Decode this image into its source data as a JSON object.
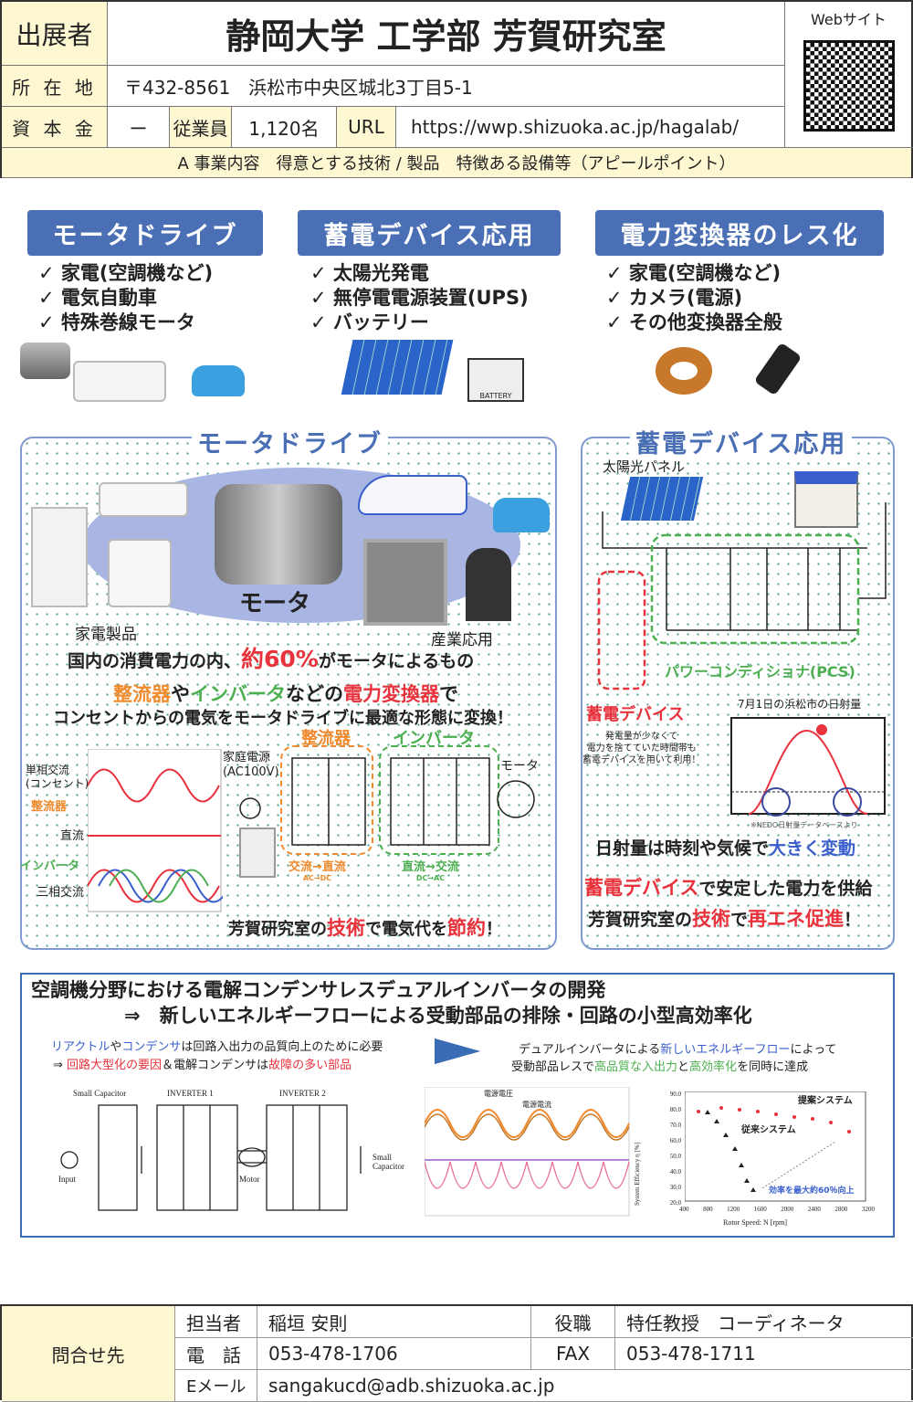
{
  "header": {
    "exhibitor_label": "出展者",
    "title": "静岡大学 工学部 芳賀研究室",
    "address_label": "所 在 地",
    "address": "〒432-8561　浜松市中央区城北3丁目5-1",
    "capital_label": "資 本 金",
    "capital": "ー",
    "employees_label": "従業員",
    "employees": "1,120名",
    "url_label": "URL",
    "url": "https://wwp.shizuoka.ac.jp/hagalab/",
    "website_label": "Webサイト"
  },
  "section_bar": "A 事業内容　得意とする技術 / 製品　特徴ある設備等（アピールポイント）",
  "categories": [
    {
      "title": "モータドライブ",
      "items": [
        "✓ 家電(空調機など)",
        "✓ 電気自動車",
        "✓ 特殊巻線モータ"
      ]
    },
    {
      "title": "蓄電デバイス応用",
      "items": [
        "✓ 太陽光発電",
        "✓ 無停電電源装置(UPS)",
        "✓ バッテリー"
      ]
    },
    {
      "title": "電力変換器のレス化",
      "items": [
        "✓ 家電(空調機など)",
        "✓ カメラ(電源)",
        "✓ その他変換器全般"
      ]
    }
  ],
  "motor_panel": {
    "title": "モータドライブ",
    "motor_label": "モータ",
    "appliances": "家電製品",
    "industrial": "産業応用",
    "line1_a": "国内の消費電力の内、",
    "line1_b": "約60%",
    "line1_c": "がモータによるもの",
    "line2_a": "整流器",
    "line2_b": "や",
    "line2_c": "インバータ",
    "line2_d": "などの",
    "line2_e": "電力変換器",
    "line2_f": "で",
    "line3": "コンセントからの電気をモータドライブに最適な形態に変換！",
    "rectifier": "整流器",
    "inverter": "インバータ",
    "home_power": "家庭電源\n(AC100V)",
    "motor_small": "モータ",
    "single_phase": "単相交流\n(コンセント)",
    "rect_side": "整流器",
    "dc": "直流",
    "inv_side": "インバータ",
    "three_phase": "三相交流",
    "acdc": "交流→直流",
    "acdc_sub": "AC→DC",
    "dcac": "直流→交流",
    "dcac_sub": "DC→AC",
    "foot_a": "芳賀研究室の",
    "foot_b": "技術",
    "foot_c": "で電気代を",
    "foot_d": "節約",
    "foot_e": "！",
    "battery_label": "BATTERY"
  },
  "storage_panel": {
    "title": "蓄電デバイス応用",
    "solar": "太陽光パネル",
    "pcs": "パワーコンディショナ(PCS)",
    "device": "蓄電デバイス",
    "chart_title": "7月1日の浜松市の日射量",
    "note": "発電量が少なくて\n電力を捨てていた時間帯も\n蓄電デバイスを用いて利用！",
    "source": "※NEDO日射量データベースより",
    "l1_a": "日射量は時刻や気候で",
    "l1_b": "大きく変動",
    "l2_a": "蓄電デバイス",
    "l2_b": "で安定した電力を供給",
    "l3_a": "芳賀研究室の",
    "l3_b": "技術",
    "l3_c": "で",
    "l3_d": "再エネ促進",
    "l3_e": "！"
  },
  "research": {
    "title1": "空調機分野における電解コンデンサレスデュアルインバータの開発",
    "title2": "⇒　新しいエネルギーフローによる受動部品の排除・回路の小型高効率化",
    "left1_a": "リアクトル",
    "left1_b": "や",
    "left1_c": "コンデンサ",
    "left1_d": "は回路入出力の品質向上のために必要",
    "left2_a": "⇒ ",
    "left2_b": "回路大型化の要因",
    "left2_c": "＆電解コンデンサは",
    "left2_d": "故障の多い部品",
    "right1_a": "デュアルインバータによる",
    "right1_b": "新しいエネルギーフロー",
    "right1_c": "によって",
    "right2_a": "受動部品レスで",
    "right2_b": "高品質な入出力",
    "right2_c": "と",
    "right2_d": "高効率化",
    "right2_e": "を同時に達成",
    "circuit_labels": [
      "Small Capacitor",
      "INVERTER 1",
      "INVERTER 2",
      "Input",
      "Motor",
      "Small Capacitor"
    ],
    "wave_labels": [
      "電源電圧",
      "電源電流"
    ],
    "eff_chart": {
      "ylabel": "System Efficiency η [%]",
      "xlabel": "Rotor Speed: N [rpm]",
      "yticks": [
        "90.0",
        "80.0",
        "70.0",
        "60.0",
        "50.0",
        "40.0",
        "30.0",
        "20.0"
      ],
      "xticks": [
        "400",
        "800",
        "1200",
        "1600",
        "2000",
        "2400",
        "2800",
        "3200"
      ],
      "legend_prop": "提案システム",
      "legend_conv": "従来システム",
      "annotation": "効率を最大約60％向上"
    }
  },
  "contact": {
    "label": "問合せ先",
    "person_label": "担当者",
    "person": "稲垣 安則",
    "role_label": "役職",
    "role": "特任教授　コーディネータ",
    "tel_label": "電　話",
    "tel": "053-478-1706",
    "fax_label": "FAX",
    "fax": "053-478-1711",
    "email_label": "Eメール",
    "email": "sangakucd@adb.shizuoka.ac.jp"
  }
}
